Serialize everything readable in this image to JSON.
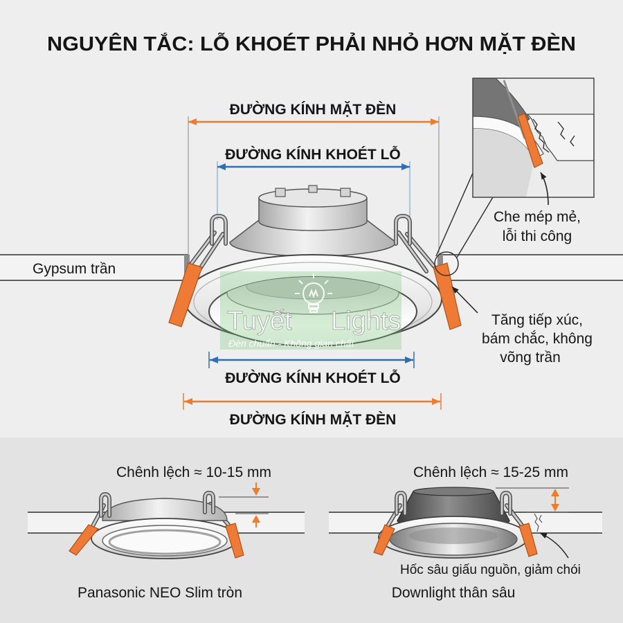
{
  "title": "NGUYÊN TẮC: LỖ KHOÉT PHẢI NHỎ HƠN MẶT ĐÈN",
  "main_diagram": {
    "face_diameter_top": "ĐƯỜNG KÍNH MẶT ĐÈN",
    "hole_diameter_top": "ĐƯỜNG KÍNH KHOÉT LỖ",
    "hole_diameter_bottom": "ĐƯỜNG KÍNH KHOÉT LỖ",
    "face_diameter_bottom": "ĐƯỜNG KÍNH MẶT ĐÈN",
    "ceiling_label": "Gypsum trần",
    "edge_note": [
      "Che mép mẻ,",
      "lỗi thi công"
    ],
    "spring_note": [
      "Tăng tiếp xúc,",
      "bám chắc, không",
      "võng trần"
    ]
  },
  "watermark": {
    "brand_left": "Tuyết",
    "brand_right": "Lights",
    "tagline": "Đèn chuẩn - Không gian chất",
    "icon": "light-bulb-icon"
  },
  "comparison": [
    {
      "difference": "Chênh lệch ≈ 10-15 mm",
      "name": "Panasonic NEO Slim tròn"
    },
    {
      "difference": "Chênh lệch ≈ 15-25 mm",
      "name": "Downlight thân sâu",
      "note": "Hốc sâu giấu nguồn, giảm chói"
    }
  ],
  "colors": {
    "face_dimension": "#f07b2c",
    "hole_dimension": "#2f6db5",
    "spring_tab": "#ee7a35"
  }
}
